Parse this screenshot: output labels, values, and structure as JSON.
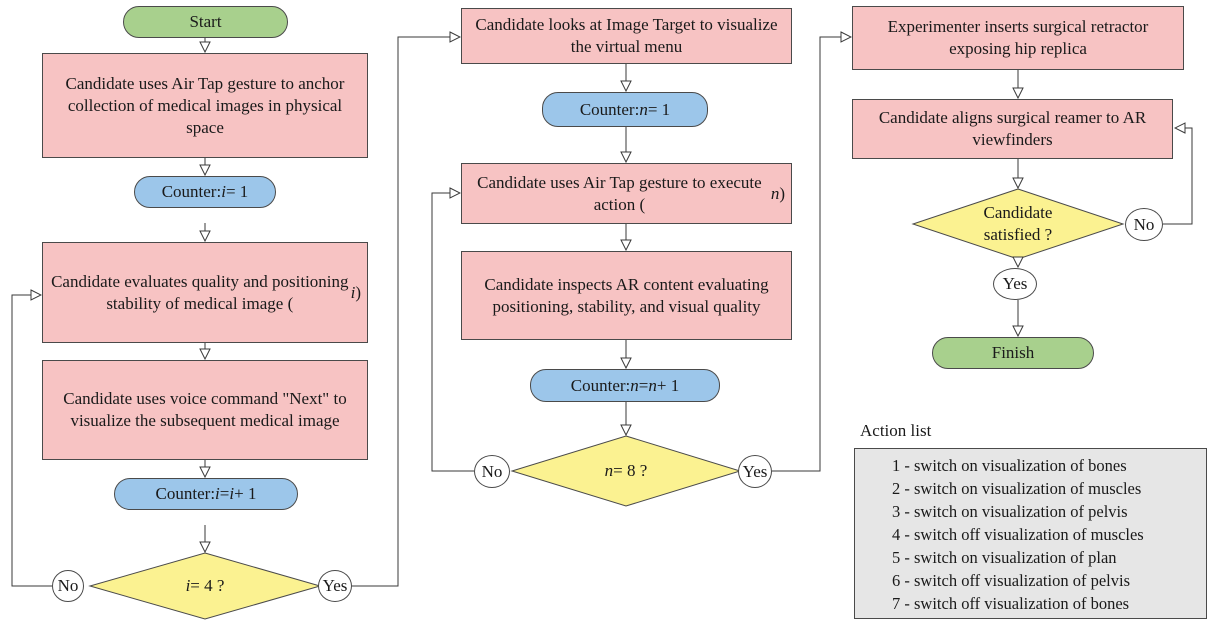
{
  "column1": {
    "start": "Start",
    "anchor": "Candidate uses Air Tap gesture to anchor collection of medical images in physical space",
    "counter_init": "Counter: i = 1",
    "evaluate": "Candidate evaluates quality and positioning stability of medical image (i)",
    "voice": "Candidate uses voice command \"Next\" to visualize the subsequent medical image",
    "counter_inc": "Counter: i = i + 1",
    "decision": "i = 4 ?",
    "no": "No",
    "yes": "Yes"
  },
  "column2": {
    "look": "Candidate looks at Image Target to visualize the virtual menu",
    "counter_init": "Counter: n = 1",
    "execute": "Candidate uses Air Tap gesture to execute action (n)",
    "inspect": "Candidate inspects AR content evaluating positioning, stability, and visual quality",
    "counter_inc": "Counter: n = n + 1",
    "decision": "n = 8 ?",
    "no": "No",
    "yes": "Yes"
  },
  "column3": {
    "retractor": "Experimenter inserts surgical retractor exposing hip replica",
    "align": "Candidate aligns surgical reamer to AR viewfinders",
    "decision": "Candidate satisfied ?",
    "no": "No",
    "yes": "Yes",
    "finish": "Finish"
  },
  "legend": {
    "title": "Action list",
    "items": [
      "1 - switch on visualization of bones",
      "2 - switch on visualization of muscles",
      "3 - switch on visualization of pelvis",
      "4 - switch off visualization of muscles",
      "5 - switch on visualization of plan",
      "6 - switch off visualization of pelvis",
      "7 - switch off visualization of bones"
    ]
  },
  "colors": {
    "process": "#f7c3c3",
    "counter": "#9cc6ea",
    "terminal": "#a8d08d",
    "decision": "#fbf291",
    "legend_bg": "#e6e6e6"
  }
}
